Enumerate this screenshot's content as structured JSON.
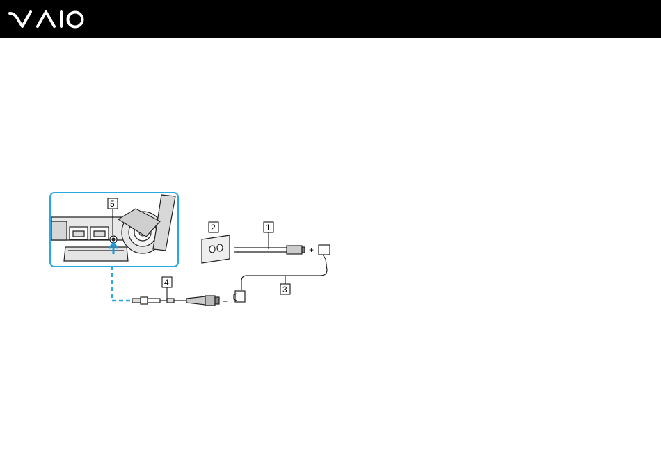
{
  "header": {
    "logo_icon": "vaio-logo",
    "background_color": "#000000",
    "logo_color": "#ffffff"
  },
  "diagram": {
    "callouts": [
      {
        "id": "1",
        "label": "1"
      },
      {
        "id": "2",
        "label": "2"
      },
      {
        "id": "3",
        "label": "3"
      },
      {
        "id": "4",
        "label": "4"
      },
      {
        "id": "5",
        "label": "5"
      }
    ],
    "plus_sign": "+",
    "highlight_color": "#2aa8e0",
    "arrow_color": "#1a9ad6"
  }
}
